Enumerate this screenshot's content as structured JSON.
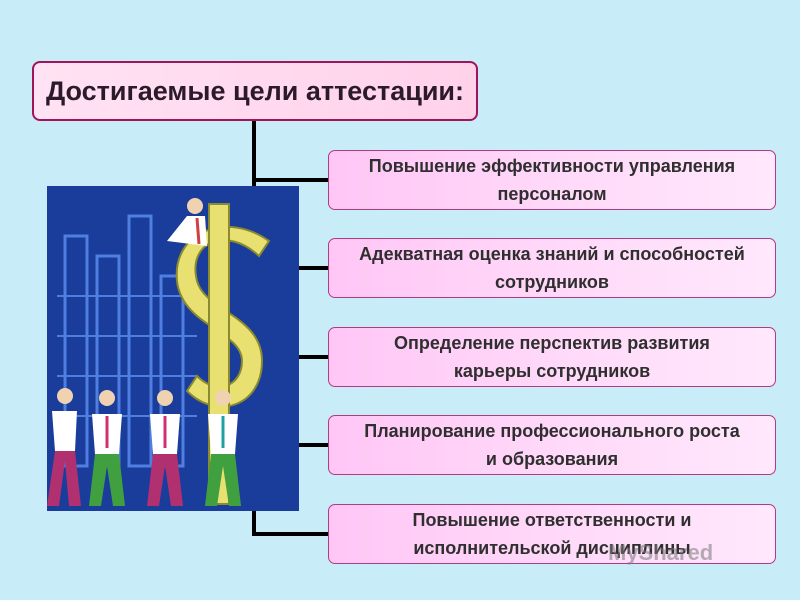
{
  "title": "Достигаемые цели аттестации:",
  "goals": [
    [
      "Повышение эффективности управления",
      "персоналом"
    ],
    [
      "Адекватная оценка знаний и способностей",
      "сотрудников"
    ],
    [
      "Определение перспектив развития",
      "карьеры сотрудников"
    ],
    [
      "Планирование профессионального роста",
      "и образования"
    ],
    [
      "Повышение ответственности и",
      "исполнительской дисциплины"
    ]
  ],
  "watermark": "MyShared",
  "colors": {
    "background": "#c9ecf9",
    "title_border": "#a0145a",
    "box_fill": "#ffc6f6",
    "connector": "#000000"
  }
}
